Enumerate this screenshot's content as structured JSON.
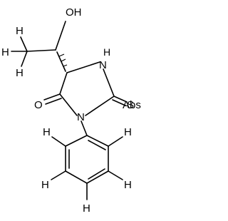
{
  "molecule": {
    "atoms": {
      "oh": "OH",
      "h_c1": "H",
      "h_c2": "H",
      "h_c3": "H",
      "nh": "H",
      "nh_n": "N",
      "o": "O",
      "n": "N",
      "s": "S",
      "abs": "Abs",
      "ph_h1": "H",
      "ph_h2": "H",
      "ph_h3": "H",
      "ph_h4": "H",
      "ph_h5": "H"
    }
  }
}
